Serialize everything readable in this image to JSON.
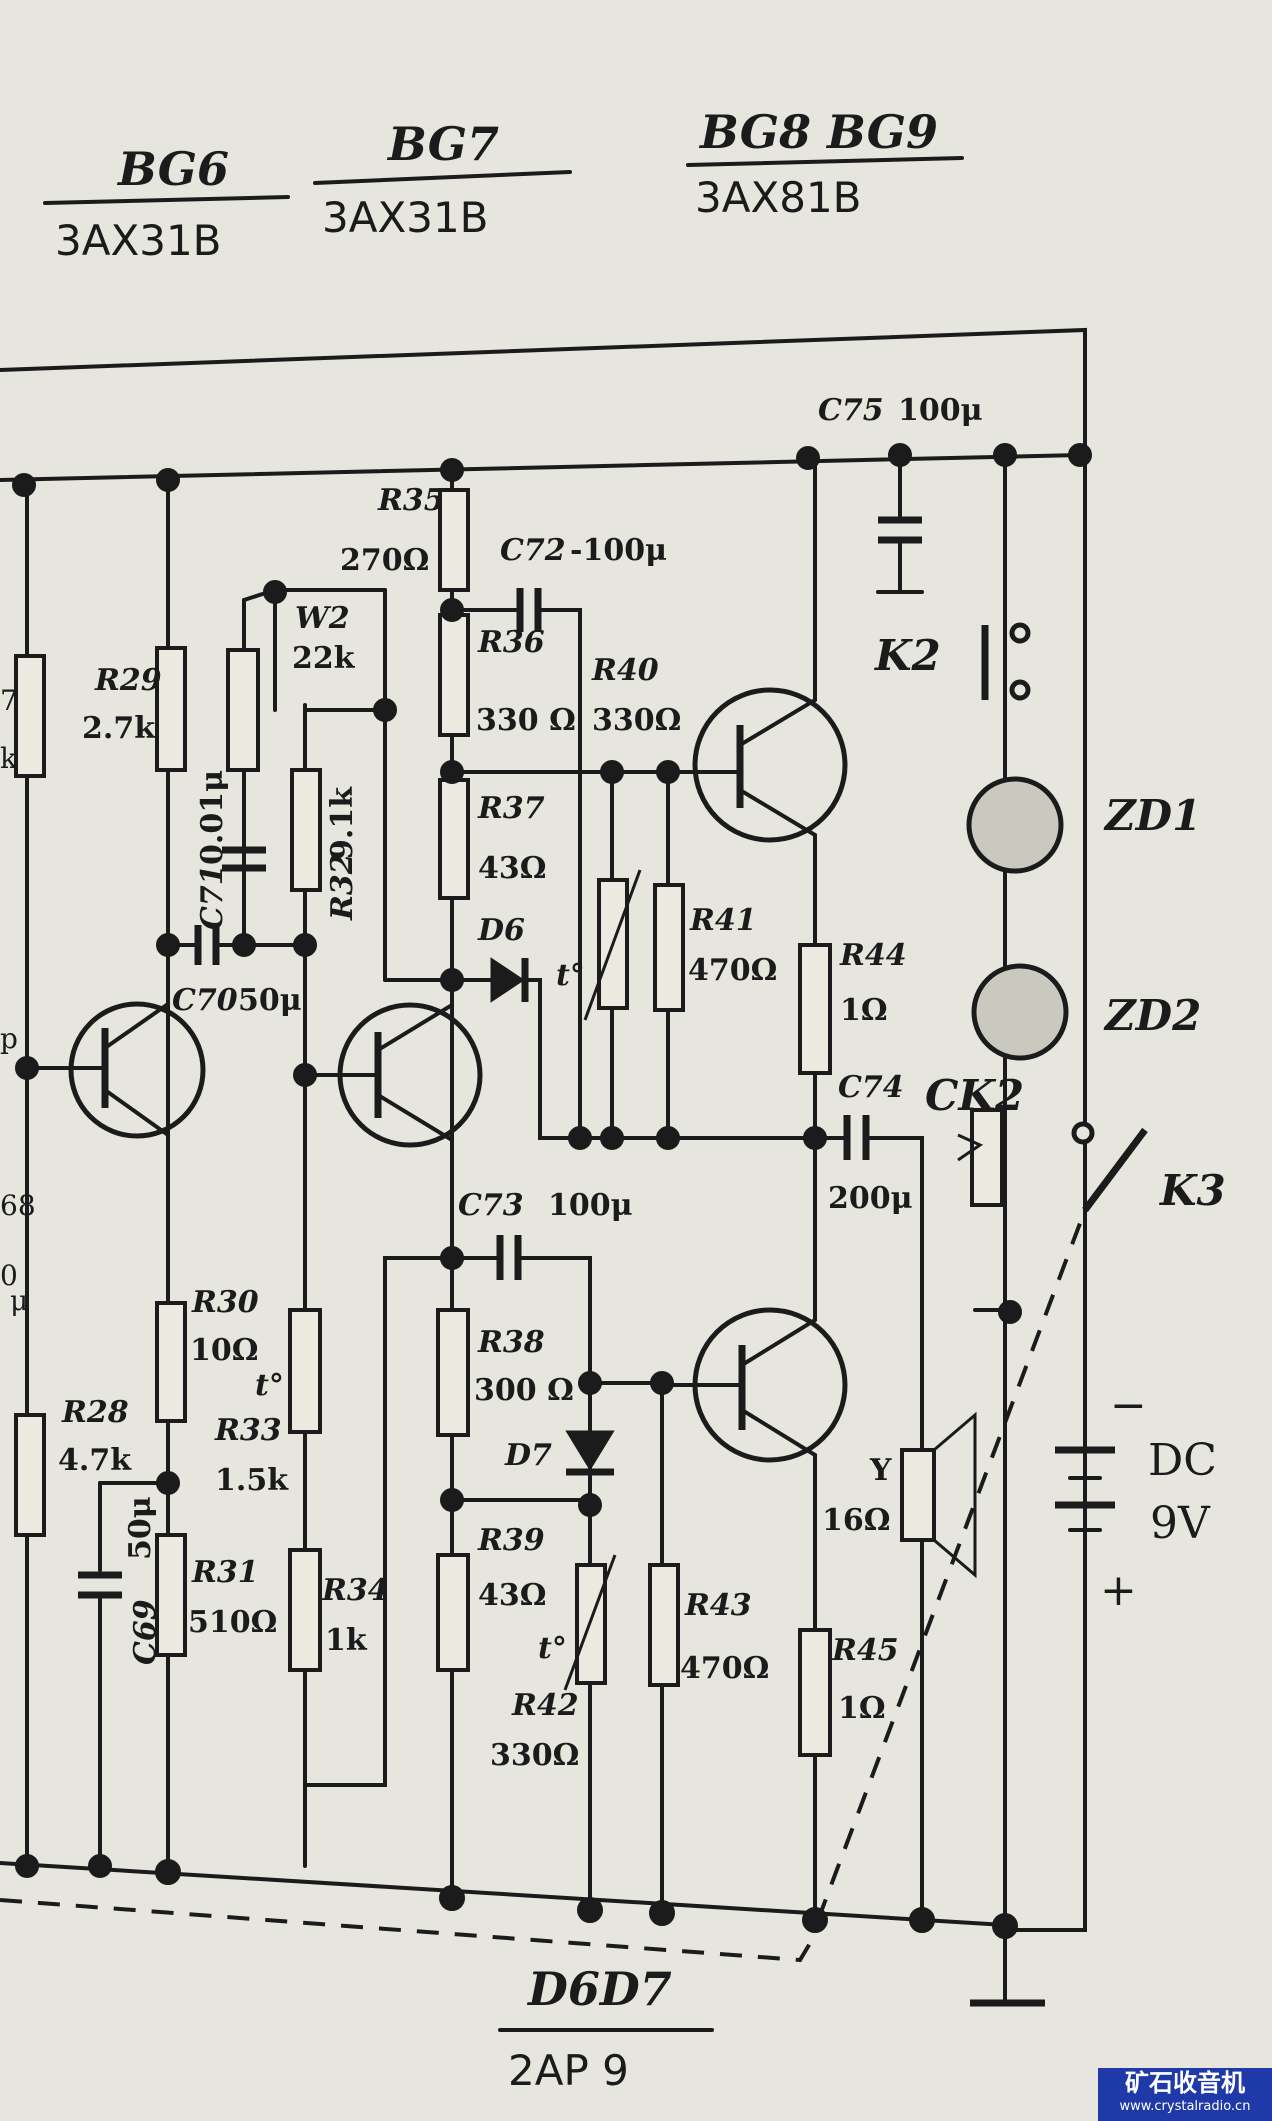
{
  "headers": {
    "bg6": {
      "label": "BG6",
      "part": "3AX31B"
    },
    "bg7": {
      "label": "BG7",
      "part": "3AX31B"
    },
    "bg89": {
      "label": "BG8 BG9",
      "part": "3AX81B"
    },
    "diodes": {
      "label": "D6D7",
      "part": "2AP 9"
    }
  },
  "components": {
    "c75": {
      "label": "C75",
      "value": "100μ"
    },
    "r35": {
      "label": "R35",
      "value": "270Ω"
    },
    "c72": {
      "label": "C72",
      "value": "-100μ"
    },
    "w2": {
      "label": "W2",
      "value": "22k"
    },
    "r29": {
      "label": "R29",
      "value": "2.7k"
    },
    "r36": {
      "label": "R36",
      "value": "330 Ω"
    },
    "r40": {
      "label": "R40",
      "value": "330Ω"
    },
    "c71": {
      "label": "C71",
      "value": "0.01μ"
    },
    "r32": {
      "label": "R32",
      "value": "9.1k"
    },
    "r37": {
      "label": "R37",
      "value": "43Ω"
    },
    "d6": {
      "label": "D6"
    },
    "r41": {
      "label": "R41",
      "value": "470Ω"
    },
    "r44": {
      "label": "R44",
      "value": "1Ω"
    },
    "c70": {
      "label": "C70",
      "value": "50μ"
    },
    "c74": {
      "label": "C74",
      "value": "200μ"
    },
    "ck2": {
      "label": "CK2"
    },
    "c73": {
      "label": "C73",
      "value": "100μ"
    },
    "r30": {
      "label": "R30",
      "value": "10Ω"
    },
    "r38": {
      "label": "R38",
      "value": "300 Ω"
    },
    "r33": {
      "label": "R33",
      "value": "1.5k"
    },
    "d7": {
      "label": "D7"
    },
    "r28": {
      "label": "R28",
      "value": "4.7k"
    },
    "c69": {
      "label": "C69",
      "value": "50μ"
    },
    "r31": {
      "label": "R31",
      "value": "510Ω"
    },
    "r34": {
      "label": "R34",
      "value": "1k"
    },
    "r39": {
      "label": "R39",
      "value": "43Ω"
    },
    "r43": {
      "label": "R43",
      "value": "470Ω"
    },
    "r45": {
      "label": "R45",
      "value": "1Ω"
    },
    "r42": {
      "label": "R42",
      "value": "330Ω"
    },
    "y": {
      "label": "Y",
      "value": "16Ω"
    },
    "k2": {
      "label": "K2"
    },
    "k3": {
      "label": "K3"
    },
    "zd1": {
      "label": "ZD1"
    },
    "zd2": {
      "label": "ZD2"
    },
    "battery": {
      "type": "DC",
      "voltage": "9V",
      "minus": "−",
      "plus": "+"
    },
    "thermistor_mark": "t°"
  },
  "edge_fragments": [
    "p",
    "68",
    "7",
    "k",
    "0",
    "μ"
  ],
  "watermark": {
    "logo": "矿石收音机",
    "url": "www.crystalradio.cn"
  },
  "colors": {
    "paper": "#e6e6de",
    "ink": "#1b1b1b",
    "watermark": "#1f3aa8"
  }
}
